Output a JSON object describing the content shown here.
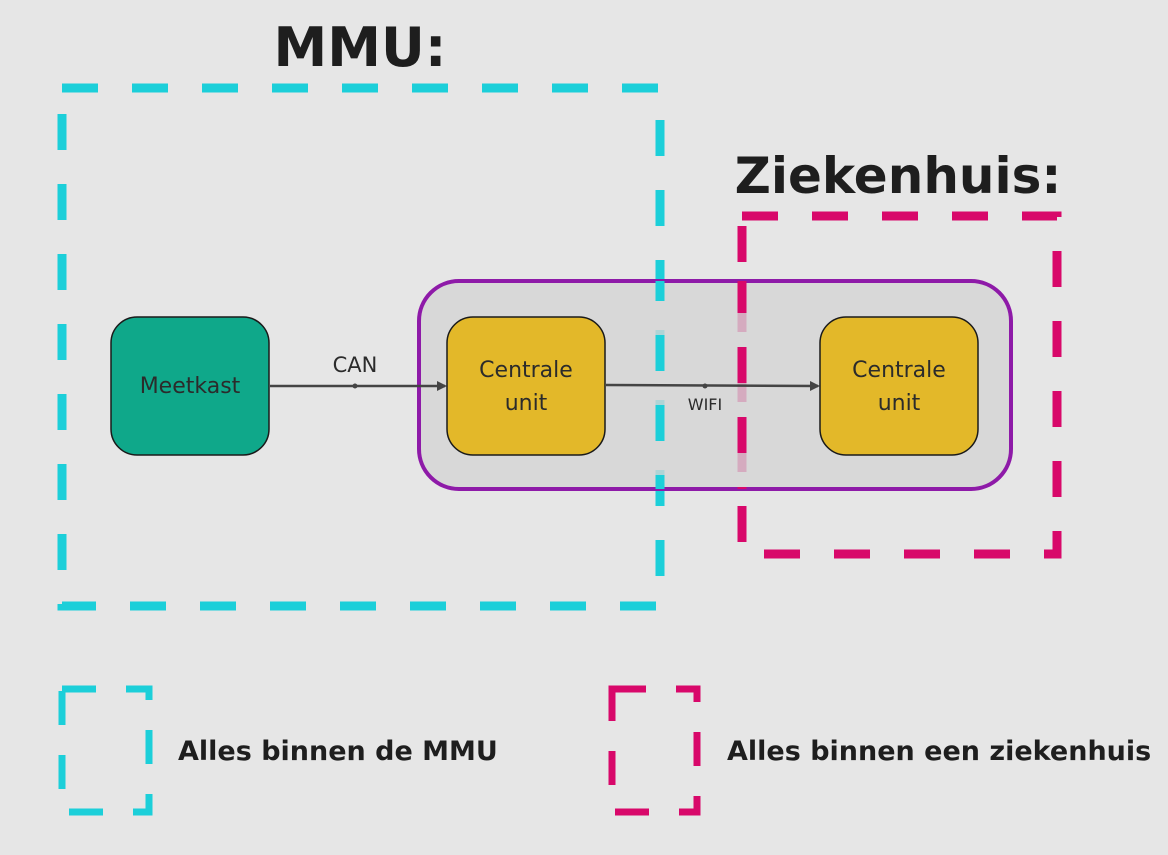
{
  "titles": {
    "mmu": "MMU:",
    "hospital": "Ziekenhuis:"
  },
  "nodes": {
    "meetkast": "Meetkast",
    "central_unit_1": [
      "Centrale",
      "unit"
    ],
    "central_unit_2": [
      "Centrale",
      "unit"
    ]
  },
  "connections": {
    "can": "CAN",
    "wifi": "WIFI"
  },
  "legend": {
    "mmu": "Alles binnen de MMU",
    "hospital": "Alles binnen een ziekenhuis"
  },
  "colors": {
    "background": "#e6e6e6",
    "mmu_border": "#1ccfd9",
    "hospital_border": "#d8086a",
    "group_border": "#8e1aa8",
    "group_fill": "#d4d4d4",
    "meetkast_fill": "#0fa88a",
    "central_unit_fill": "#e3b829",
    "arrow": "#444444"
  },
  "icons": {
    "arrow": "arrow-right-icon",
    "legend_mmu": "dashed-cyan-box-icon",
    "legend_hospital": "dashed-magenta-box-icon"
  }
}
